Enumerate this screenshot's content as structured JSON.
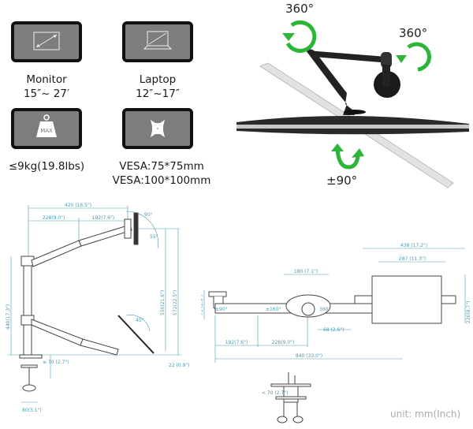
{
  "specs": [
    {
      "id": "monitor",
      "icon": "monitor-diagonal-icon",
      "line1": "Monitor",
      "line2": "15″~ 27′"
    },
    {
      "id": "laptop",
      "icon": "laptop-diagonal-icon",
      "line1": "Laptop",
      "line2": "12″~17″"
    },
    {
      "id": "weight",
      "icon": "max-weight-icon",
      "line1": "≤9kg(19.8lbs)",
      "line2": ""
    },
    {
      "id": "vesa",
      "icon": "vesa-plate-icon",
      "line1": "VESA:75*75mm",
      "line2": "VESA:100*100mm"
    }
  ],
  "weight_icon_text": "MAX",
  "rotation": {
    "arm_rotation": "360°",
    "head_rotation": "360°",
    "tilt": "±90°"
  },
  "side_diagram": {
    "dims": {
      "total_reach": "420 (16.5\")",
      "first_arm": "228(9.0\")",
      "second_arm": "192(7.6\")",
      "tilt_up": "90°",
      "tilt_down": "55°",
      "laptop_tilt": "45°",
      "pole_height": "440(17.3\")",
      "height1": "550(21.6\")",
      "height2": "572(22.5\")",
      "offset": "22 (0.9\")",
      "clamp_thickness": "≤ 70  (2.7\")",
      "clamp_width": "80(3.1\")"
    }
  },
  "top_diagram": {
    "dims": {
      "joint_width": "180 (7.1\")",
      "base_height": "75 (2.9\")",
      "swivel1": "±90°",
      "swivel2": "±160°",
      "swivel3": "360°",
      "offset": "68 (2.6\")",
      "arm2": "192(7.6\")",
      "arm1": "228(9.0\")",
      "total": "840 (33.0\")",
      "tray_width": "438 (17.2\")",
      "tray_inner": "287 (11.3\")",
      "tray_depth": "220(8.7\")"
    }
  },
  "clamp_diagram": {
    "thickness": "< 70 (2.7\")"
  },
  "unit_label": "unit: mm(Inch)",
  "colors": {
    "arrow_green": "#2db53a",
    "dimension_blue": "#4a9bb3",
    "icon_gray": "#7d7d7d"
  }
}
